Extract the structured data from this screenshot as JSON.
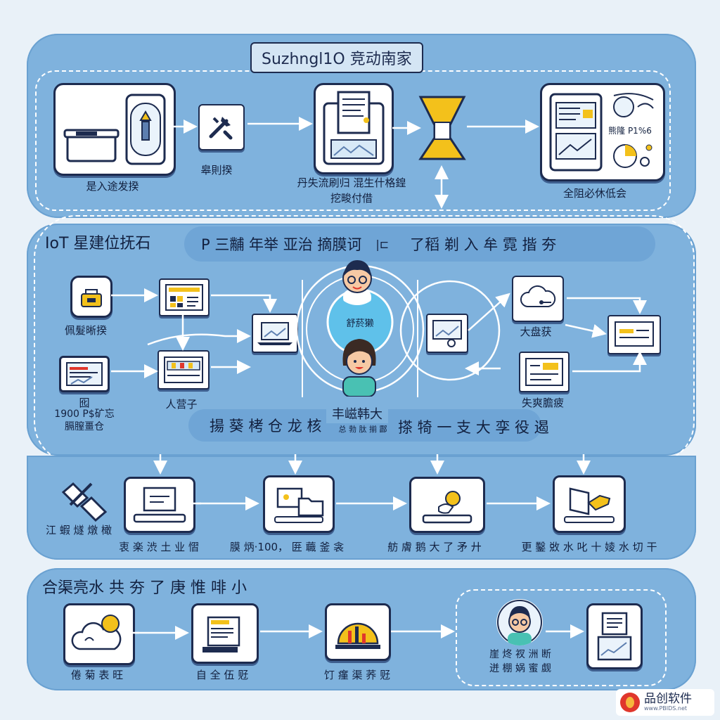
{
  "top": {
    "title": "Suzhngl1O 竞动南家",
    "card1_label": "是入途发揆",
    "card2_label": "皋則揆",
    "card3_label_line1": "丹失流刷归 混生什格鍠",
    "card3_label_line2": "挖畯付借",
    "card4_small": "熊隆 P1%6",
    "card4_label": "全阻必休低会"
  },
  "middle": {
    "platform_title": "IoT 星建位抚石",
    "top_pill_left": "P 三黼 年举 亚治 摘膜诃",
    "top_pill_sep": "|⊏",
    "top_pill_right": "了稻 剃 入 牟 霓 揩 夯",
    "left1_label": "佩髮晰揆",
    "left2_label_line1": "囮",
    "left2_label_line2": "1900 P$矿忘",
    "left2_label_line3": "膈膣畺仓",
    "mid_label": "人营子",
    "center_label": "舒菸獭",
    "right1_label": "大盘获",
    "right2_label": "失爽膽疲",
    "bottom_pill_left": "揚 葵 栲 仓 龙 核",
    "bottom_pill_center_top": "丰嵫韩大",
    "bottom_pill_center_bottom": "总 勃 肽 揃 酃",
    "bottom_pill_right": "搽 犄 一 支 大 孪 役 遏"
  },
  "row3": {
    "left_label": "江 蝦 燧 燉 橄",
    "card1_label": "衷 楽 渋 土 业 慴",
    "card2_label": "膜 炳·100， 匥 蘵 釜 衾",
    "card3_label": "舫 膚 鹅 大 了 矛 廾",
    "card4_label": "更 鑿 敚 水 叱 十 婈 水 切 干"
  },
  "bottom": {
    "title": "合渠亮水 共 夯 了 庚 惟 啡 小",
    "card1_label": "倦 菊 表 旺",
    "card2_label": "自 全 伍 觃",
    "card3_label": "饤 瘽 渠 荞 觃",
    "card4_label_line1": "崖 炵 衩 洲 断",
    "card4_label_line2": "迸 棚 娲 蜜 觑"
  },
  "brand": {
    "name": "品创软件",
    "url": "www.PBIDS.net"
  },
  "colors": {
    "panel": "#7fb2dd",
    "ink": "#1d2b4f",
    "accent_yellow": "#f3c11b",
    "background": "#e9f1f8"
  }
}
